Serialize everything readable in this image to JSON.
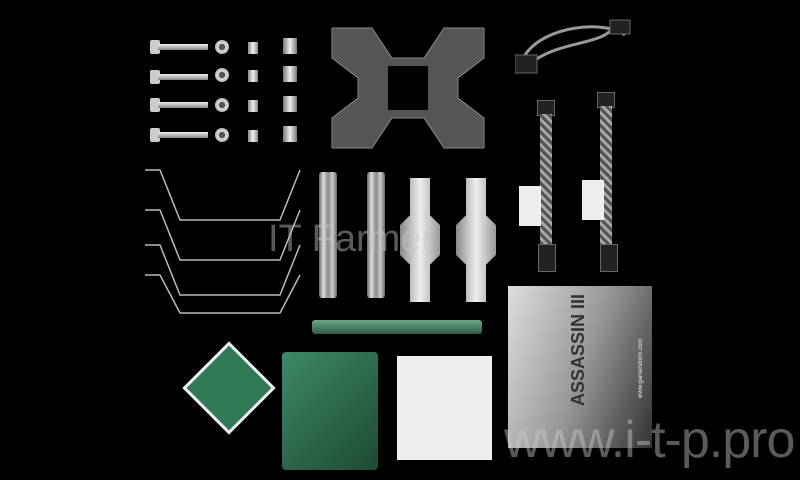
{
  "watermark_center": "IT Farmer",
  "watermark_url": "www.i-t-p.pro",
  "manual": {
    "title": "ASSASSIN III",
    "website": "www.gamerstorm.com"
  },
  "colors": {
    "background": "#000000",
    "accent_green": "#2f7a55"
  }
}
